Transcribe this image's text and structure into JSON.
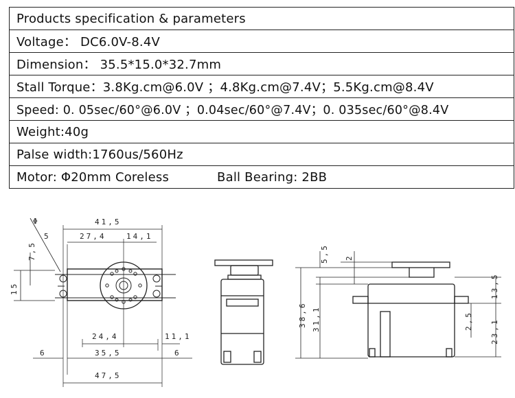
{
  "spec_table": {
    "title": "Products specification & parameters",
    "voltage": "Voltage： DC6.0V-8.4V",
    "dimension": "Dimension： 35.5*15.0*32.7mm",
    "stall_torque": "Stall Torque：3.8Kg.cm@6.0V ；4.8Kg.cm@7.4V；5.5Kg.cm@8.4V",
    "speed": "Speed: 0. 05sec/60°@6.0V ；0.04sec/60°@7.4V；0. 035sec/60°@8.4V",
    "weight": "Weight:40g",
    "pulse_width": "Palse width:1760us/560Hz",
    "motor": "Motor: Φ20mm Coreless",
    "bearing": "Ball Bearing: 2BB"
  },
  "drawing": {
    "front_view_dims": {
      "d_41_5": "41,5",
      "d_27_4": "27,4",
      "d_14_1": "14,1",
      "d_7_5": "7,5",
      "d_15": "15",
      "d_phi": "Φ",
      "d_5": "5",
      "d_24_4": "24,4",
      "d_11_1": "11,1",
      "d_35_5": "35,5",
      "d_6_left": "6",
      "d_6_right": "6",
      "d_47_5": "47,5"
    },
    "side_view_dims": {
      "d_5_5": "5,5",
      "d_2": "2",
      "d_38_6": "38,6",
      "d_31_1": "31,1",
      "d_13_5": "13,5",
      "d_2_5": "2,5",
      "d_23_1": "23,1"
    }
  }
}
